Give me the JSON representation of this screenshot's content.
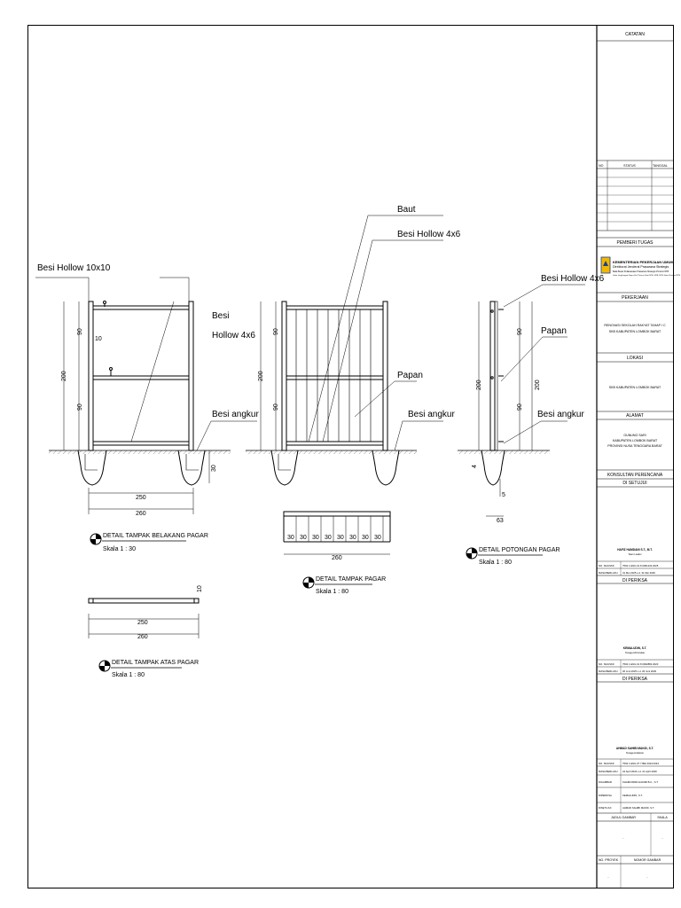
{
  "labels": {
    "besi_hollow_10x10": "Besi Hollow 10x10",
    "besi": "Besi",
    "hollow_4x6": "Hollow 4x6",
    "besi_angkur": "Besi angkur",
    "baut": "Baut",
    "besi_hollow_4x6": "Besi Hollow 4x6",
    "papan": "Papan"
  },
  "dims": {
    "d200": "200",
    "d10": "10",
    "d90": "90",
    "d30": "30",
    "d250": "250",
    "d260": "260",
    "d63": "63",
    "d4": "4",
    "d5": "5"
  },
  "titles": {
    "belakang": "DETAIL TAMPAK BELAKANG PAGAR",
    "tampak": "DETAIL TAMPAK PAGAR",
    "potongan": "DETAIL POTONGAN PAGAR",
    "atas": "DETAIL TAMPAK ATAS PAGAR",
    "skala30": "Skala 1 : 30",
    "skala80": "Skala 1 : 80"
  },
  "titleblock": {
    "catatan": "CATATAN",
    "no": "NO",
    "status": "STATUS",
    "tanggal": "TANGGAL",
    "pemberi_tugas": "PEMBERI TUGAS",
    "kementerian": "KEMENTERIAN PEKERJAAN UMUM",
    "direktorat": "Direktorat Jenderal Prasarana Strategis",
    "balai1": "Balai Besar Pelaksanaan Prasarana Strategis Provinsi NTB",
    "balai2": "Jalan Lingkungan Kapur Kel. Pancor Kota NTB, NTB, NTB Jalan Provinsi NTB",
    "pekerjaan": "PEKERJAAN",
    "pekerjaan_1": "RENOVASI SEKOLAH RAKYAT TAHAP I C",
    "pekerjaan_2": "SKB KABUPATEN LOMBOK BARAT",
    "lokasi": "LOKASI",
    "lokasi_val": "SKB KABUPATEN LOMBOK BARAT",
    "alamat": "ALAMAT",
    "alamat_1": "GUNUNG SARI",
    "alamat_2": "KABUPATEN LOMBOK BARAT",
    "alamat_3": "PROVINSI NUSA TENGGARA BARAT",
    "konsultan": "KONSULTAN PERENCANA",
    "disetujui": "DI SETUJUI",
    "name1": "HAFIZ HAMDANI S.T., M.T.",
    "role1": "Team Leader",
    "no_sk1_label": "NO. SKA/SKK",
    "no_sk1": "7502 1 ENG 01 8 0001232 2025",
    "masa1_label": "MASA BERLAKU",
    "masa1": "31 Mei 2025 s.d. 31 Mei 2026",
    "diperiksa1": "DI PERIKSA",
    "name2": "KEMALUDIN, S.T.",
    "role2": "Tenaga Ahli Arsitek",
    "no_sk2_label": "NO. SKA/SKK",
    "no_sk2": "7502 1 ENG 01 8 0002882 2020",
    "masa2_label": "MASA BERLAKU",
    "masa2": "26 Juni 2025 s.d. 26 Juni 2030",
    "diperiksa2": "DI PERIKSA",
    "name3": "AHMAD SAHIBI MAKID, S.T.",
    "role3": "Tenaga Arsitektur",
    "no_sk3_label": "NO. SKA/SKK",
    "no_sk3": "7502 1 ENG 07 7 BEI 2024 0024",
    "masa3_label": "MASA BERLAKU",
    "masa3": "24 April 2024 s.d. 21 April 2029",
    "digambar_label": "DIGAMBAR",
    "digambar": "KHAIRUDDIN HAKIMI B.C., S.T.",
    "diperiksa_label": "DIPERIKSA",
    "diperiksa_val": "KEMALUDIN, S.T.",
    "disetujui_label": "DISETUJUI",
    "disetujui_val": "AHMAD SAHIBI MAKID, S.T.",
    "judul_gambar": "JUDUL GAMBAR",
    "skala": "SKALA",
    "no_proyek": "NO. PROYEK",
    "nomor_gambar": "NOMOR GAMBAR",
    "dash": "-"
  }
}
